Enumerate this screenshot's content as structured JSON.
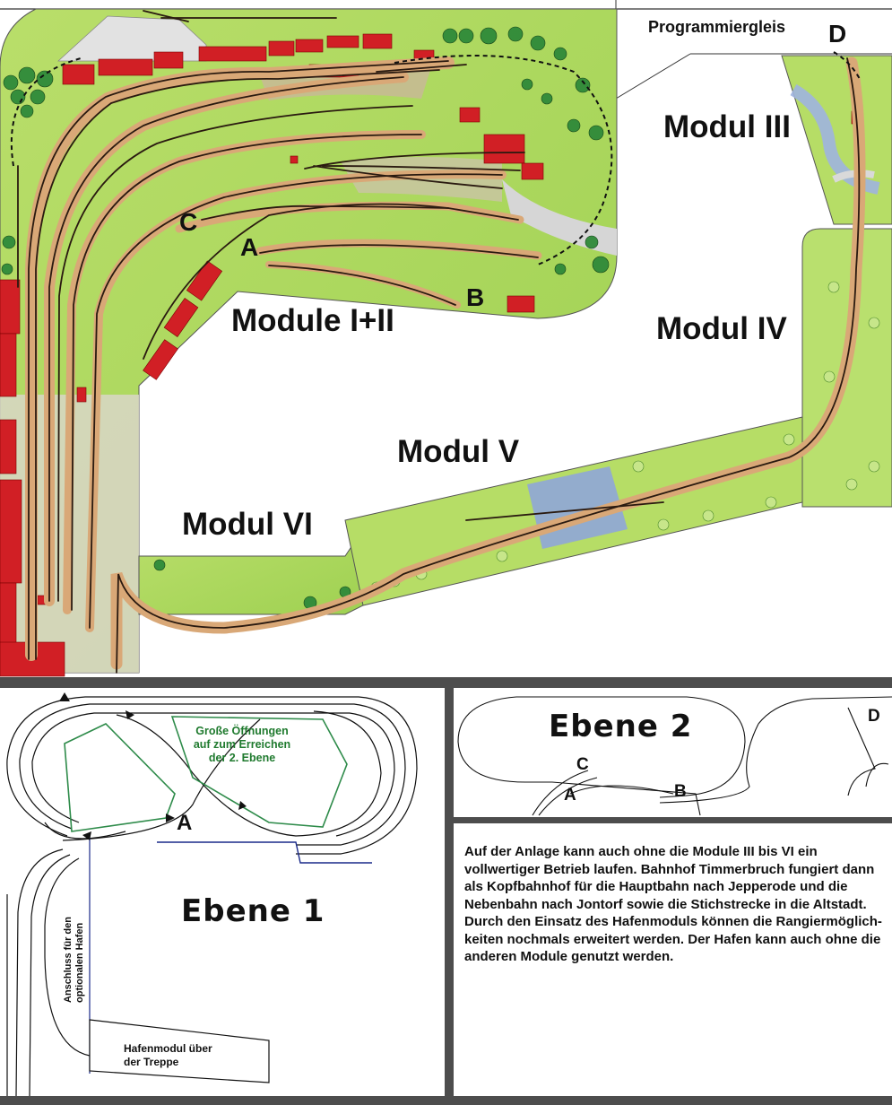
{
  "plan": {
    "modules": {
      "m12": "Module I+II",
      "m3": "Modul III",
      "m4": "Modul IV",
      "m5": "Modul V",
      "m6": "Modul VI"
    },
    "programming_track": "Programmiergleis",
    "points": {
      "a": "A",
      "b": "B",
      "c": "C",
      "d": "D"
    }
  },
  "level1": {
    "title": "Ebene 1",
    "openings_note": [
      "Große Öffnungen",
      "auf zum Erreichen",
      "der 2. Ebene"
    ],
    "point_a": "A",
    "harbor_connection": [
      "Anschluss für den",
      "optionalen Hafen"
    ],
    "harbor_module": [
      "Hafenmodul über",
      "der Treppe"
    ]
  },
  "level2": {
    "title": "Ebene 2",
    "points": {
      "a": "A",
      "b": "B",
      "c": "C",
      "d": "D"
    }
  },
  "description": "Auf der Anlage kann auch ohne die Module III bis VI ein vollwertiger Betrieb laufen. Bahnhof Timmerbruch fungiert dann als Kopfbahnhof für die Hauptbahn nach Jepperode und die Nebenbahn nach Jontorf sowie die Stichstrecke in die Altstadt. Durch den Einsatz des Hafenmoduls können die Rangiermöglich-keiten nochmals erweitert werden. Der Hafen kann auch ohne die anderen Module genutzt werden.",
  "colors": {
    "grass": "#a8d65a",
    "grass_light": "#c7e68a",
    "track_bed": "#d9a877",
    "track": "#2a1a10",
    "building": "#d11f25",
    "water": "#8fa6d8",
    "tree": "#2f8a3a",
    "opening_outline": "#2e8b4a",
    "divider": "#4d4d4d"
  }
}
